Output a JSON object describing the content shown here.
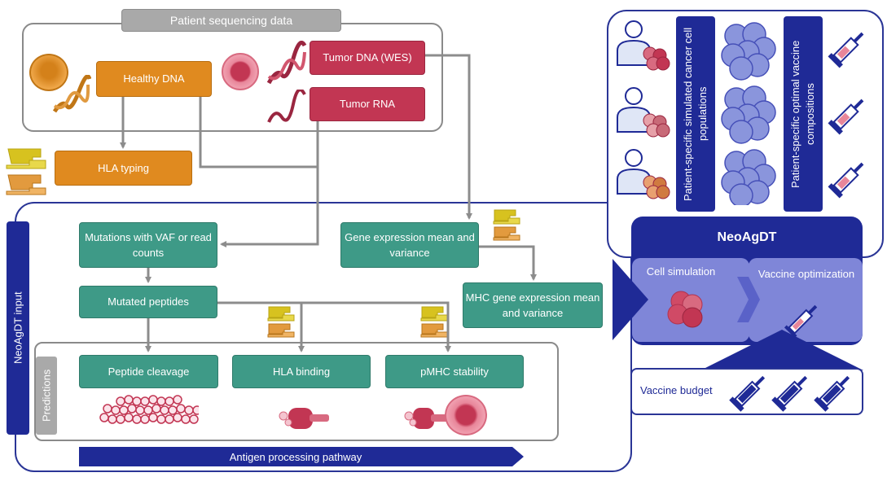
{
  "top": {
    "patient_sequencing_data": "Patient sequencing data",
    "healthy_dna": "Healthy DNA",
    "tumor_dna": "Tumor DNA (WES)",
    "tumor_rna": "Tumor RNA",
    "hla_typing": "HLA typing"
  },
  "input": {
    "side_label": "NeoAgDT input",
    "mutations": "Mutations with VAF or read counts",
    "gene_expression": "Gene expression mean and variance",
    "mutated_peptides": "Mutated peptides",
    "mhc_expression": "MHC gene expression mean and variance"
  },
  "predictions": {
    "side_label": "Predictions",
    "peptide_cleavage": "Peptide cleavage",
    "hla_binding": "HLA binding",
    "pmhc_stability": "pMHC stability"
  },
  "pathway_arrow": "Antigen processing pathway",
  "right": {
    "simulated_populations": "Patient-specific simulated cancer cell populations",
    "vaccine_compositions": "Patient-specific optimal vaccine compositions",
    "title": "NeoAgDT",
    "cell_simulation": "Cell simulation",
    "vaccine_optimization": "Vaccine optimization",
    "vaccine_budget": "Vaccine budget"
  },
  "colors": {
    "teal": "#3e9a87",
    "orange": "#e08a1f",
    "crimson": "#c23653",
    "navy": "#1f2a96",
    "grey": "#a9a9a9"
  }
}
